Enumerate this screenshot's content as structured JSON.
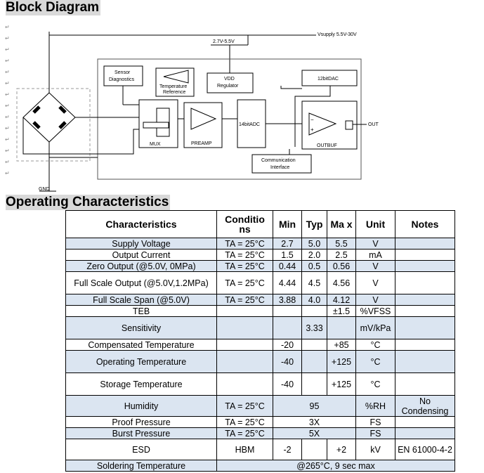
{
  "headings": {
    "block": "Block Diagram",
    "operating": "Operating Characteristics"
  },
  "diagram": {
    "vsupply": "Vsupply 5.5V-30V",
    "range": "2.7V-5.5V",
    "sensor_diag": [
      "Sensor",
      "Diagnostics"
    ],
    "temp_ref": [
      "Temperature",
      "Reference"
    ],
    "vdd_reg": [
      "VDD",
      "Regulator"
    ],
    "dac": "12bitDAC",
    "adc": "14bitADC",
    "mux": "MUX",
    "preamp": "PREAMP",
    "outbuf": "OUTBUF",
    "out": "OUT",
    "comm": [
      "Communication",
      "Interface"
    ],
    "gnd": "GND"
  },
  "table": {
    "headers": [
      "Characteristics",
      "Conditio ns",
      "Min",
      "Typ",
      "Ma x",
      "Unit",
      "Notes"
    ],
    "rows": [
      {
        "c": "Supply Voltage",
        "cond": "TA = 25°C",
        "min": "2.7",
        "typ": "5.0",
        "max": "5.5",
        "unit": "V",
        "notes": ""
      },
      {
        "c": "Output Current",
        "cond": "TA = 25°C",
        "min": "1.5",
        "typ": "2.0",
        "max": "2.5",
        "unit": "mA",
        "notes": ""
      },
      {
        "c": "Zero Output (@5.0V, 0MPa)",
        "cond": "TA = 25°C",
        "min": "0.44",
        "typ": "0.5",
        "max": "0.56",
        "unit": "V",
        "notes": ""
      },
      {
        "c": "Full Scale Output (@5.0V,1.2MPa)",
        "cond": "TA = 25°C",
        "min": "4.44",
        "typ": "4.5",
        "max": "4.56",
        "unit": "V",
        "notes": ""
      },
      {
        "c": "Full Scale Span (@5.0V)",
        "cond": "TA = 25°C",
        "min": "3.88",
        "typ": "4.0",
        "max": "4.12",
        "unit": "V",
        "notes": ""
      },
      {
        "c": "TEB",
        "cond": "",
        "min": "",
        "typ": "",
        "max": "±1.5",
        "unit": "%VFSS",
        "notes": ""
      },
      {
        "c": "Sensitivity",
        "cond": "",
        "min": "",
        "typ": "3.33",
        "max": "",
        "unit": "mV/kPa",
        "notes": ""
      },
      {
        "c": "Compensated Temperature",
        "cond": "",
        "min": "-20",
        "typ": "",
        "max": "+85",
        "unit": "°C",
        "notes": ""
      },
      {
        "c": "Operating Temperature",
        "cond": "",
        "min": "-40",
        "typ": "",
        "max": "+125",
        "unit": "°C",
        "notes": ""
      },
      {
        "c": "Storage Temperature",
        "cond": "",
        "min": "-40",
        "typ": "",
        "max": "+125",
        "unit": "°C",
        "notes": ""
      },
      {
        "c": "Humidity",
        "cond": "TA = 25°C",
        "span": "95",
        "unit": "%RH",
        "notes": "No Condensing"
      },
      {
        "c": "Proof Pressure",
        "cond": "TA = 25°C",
        "span": "3X",
        "unit": "FS",
        "notes": ""
      },
      {
        "c": "Burst Pressure",
        "cond": "TA = 25°C",
        "span": "5X",
        "unit": "FS",
        "notes": ""
      },
      {
        "c": "ESD",
        "cond": "HBM",
        "min": "-2",
        "typ": "",
        "max": "+2",
        "unit": "kV",
        "notes": "EN 61000-4-2"
      },
      {
        "c": "Soldering Temperature",
        "wide": "@265°C, 9 sec max"
      }
    ]
  }
}
